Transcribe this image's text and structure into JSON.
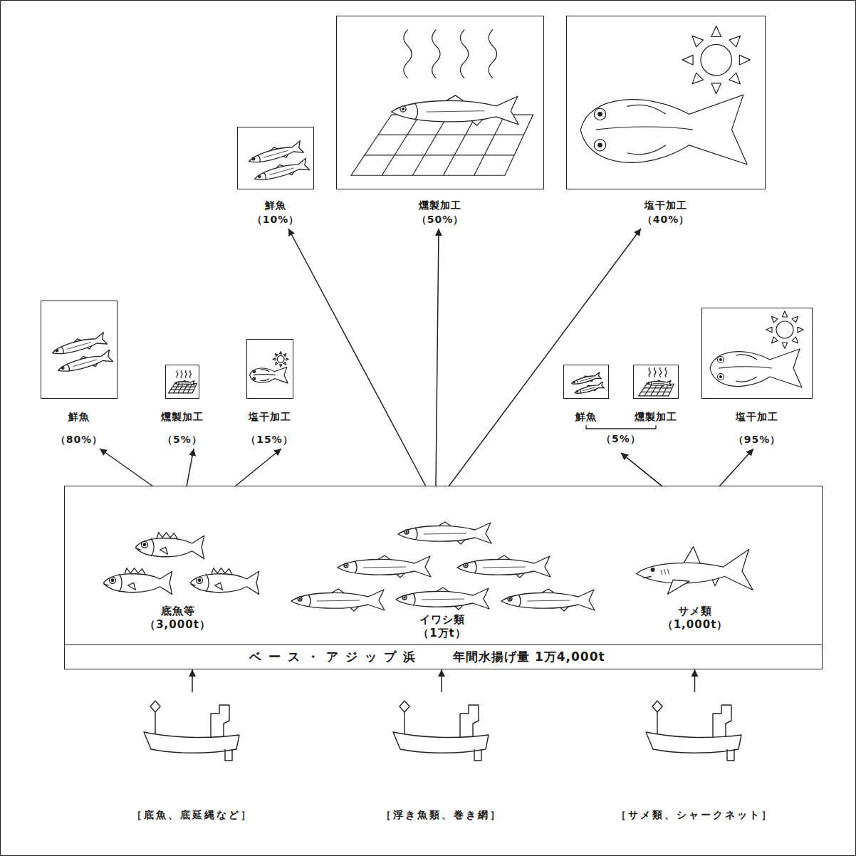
{
  "diagram": {
    "nodes": [
      {
        "text": [
          "ベース・アジップ浜",
          "年間水揚げ量 1万4,000t"
        ]
      },
      {
        "text": [
          "底魚等",
          "（3,000t）"
        ],
        "in": 0
      },
      {
        "text": [
          "イワシ類",
          "（1万t）"
        ],
        "in": 0
      },
      {
        "text": [
          "サメ類",
          "（1,000t）"
        ],
        "in": 0
      },
      {
        "text": [
          "鮮魚",
          "（80%）"
        ]
      },
      {
        "text": [
          "燻製加工",
          "（5%）"
        ]
      },
      {
        "text": [
          "塩干加工",
          "（15%）"
        ]
      },
      {
        "text": [
          "鮮魚",
          "（10%）"
        ]
      },
      {
        "text": [
          "燻製加工",
          "（50%）"
        ]
      },
      {
        "text": [
          "塩干加工",
          "（40%）"
        ]
      },
      {
        "text": [
          "鮮魚"
        ]
      },
      {
        "text": [
          "燻製加工"
        ]
      },
      {
        "text": [
          "塩干加工",
          "（95%）"
        ]
      },
      {
        "text": [
          "［底魚、底延縄など］"
        ]
      },
      {
        "text": [
          "［浮き魚類、巻き網］"
        ]
      },
      {
        "text": [
          "［サメ類、シャークネット］"
        ]
      }
    ],
    "edges": [
      {
        "from": 1,
        "to": 4,
        "arrow": "to"
      },
      {
        "from": 1,
        "to": 5,
        "arrow": "to"
      },
      {
        "from": 1,
        "to": 6,
        "arrow": "to"
      },
      {
        "from": 2,
        "to": 7,
        "arrow": "to"
      },
      {
        "from": 2,
        "to": 8,
        "arrow": "to"
      },
      {
        "from": 2,
        "to": 9,
        "arrow": "to"
      },
      {
        "from": 3,
        "to": 10,
        "arrow": "to"
      },
      {
        "from": 3,
        "to": 11,
        "arrow": "to"
      },
      {
        "from": 3,
        "to": 12,
        "arrow": "to"
      },
      {
        "from": 13,
        "to": 0,
        "arrow": "to"
      },
      {
        "from": 14,
        "to": 0,
        "arrow": "to"
      },
      {
        "from": 15,
        "to": 0,
        "arrow": "to"
      }
    ],
    "labels": [
      "（5%）"
    ]
  }
}
